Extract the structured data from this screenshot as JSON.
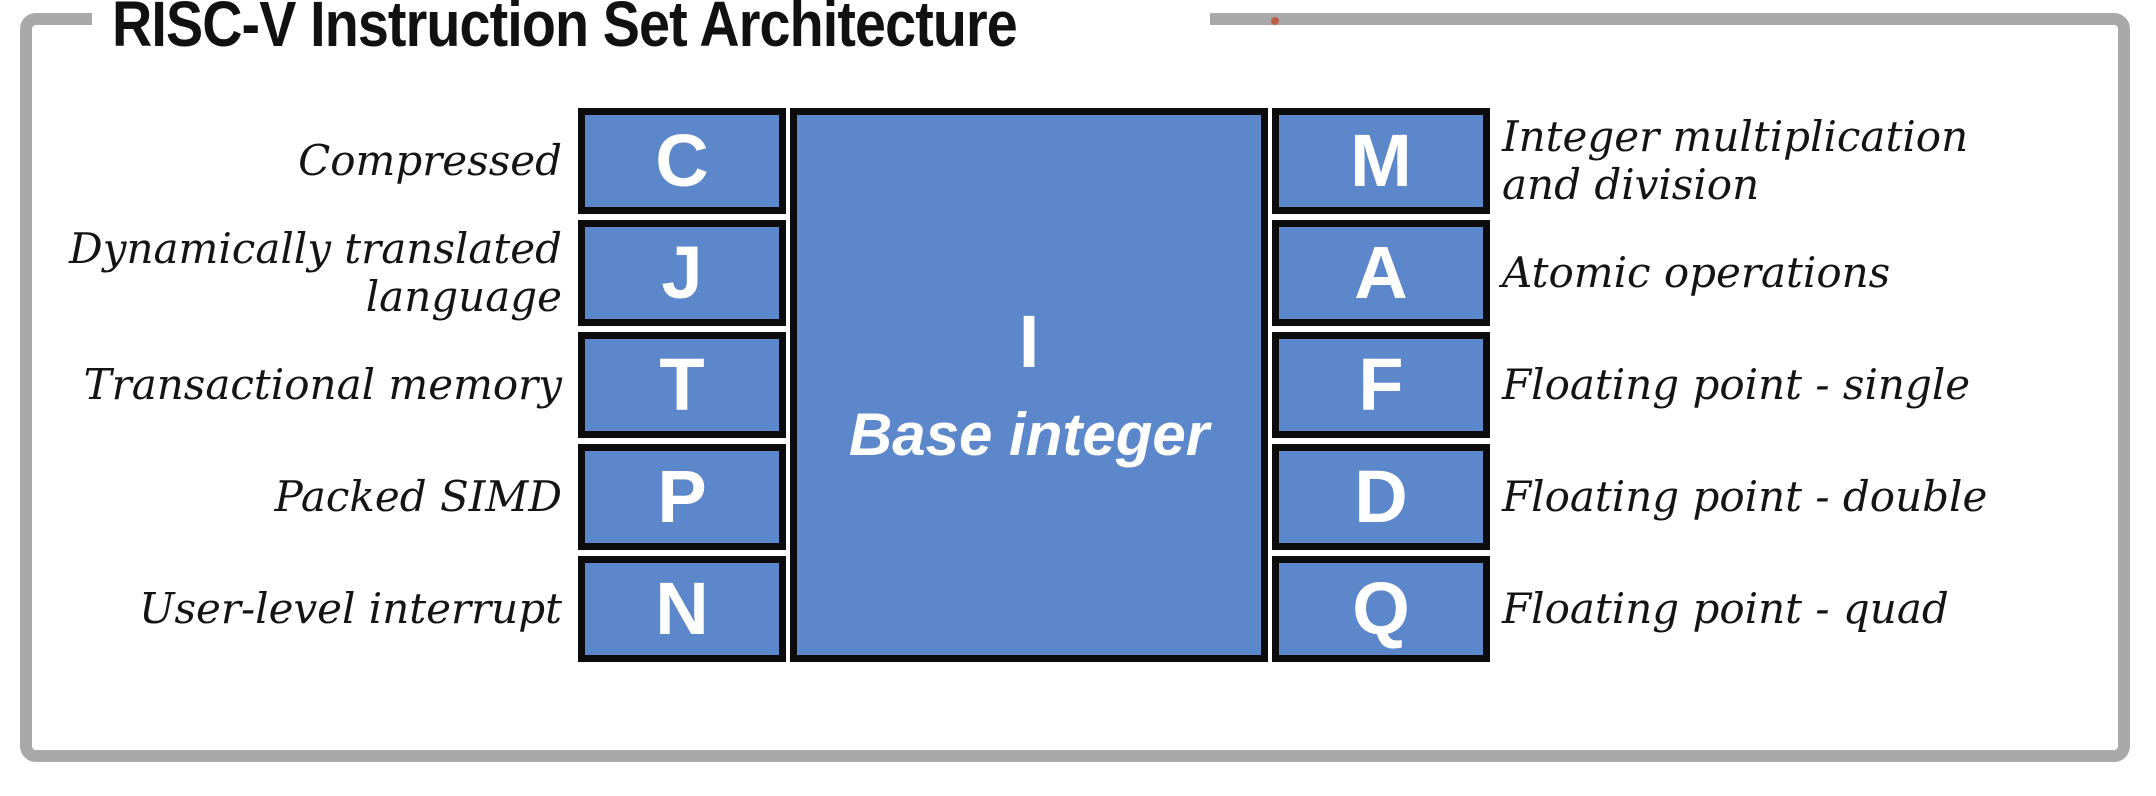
{
  "title": "RISC-V Instruction Set Architecture",
  "center": {
    "letter": "I",
    "name": "Base integer"
  },
  "left_extensions": [
    {
      "letter": "C",
      "label": "Compressed"
    },
    {
      "letter": "J",
      "label": "Dynamically translated\nlanguage"
    },
    {
      "letter": "T",
      "label": "Transactional memory"
    },
    {
      "letter": "P",
      "label": "Packed SIMD"
    },
    {
      "letter": "N",
      "label": "User-level interrupt"
    }
  ],
  "right_extensions": [
    {
      "letter": "M",
      "label": "Integer multiplication\nand division"
    },
    {
      "letter": "A",
      "label": "Atomic operations"
    },
    {
      "letter": "F",
      "label": "Floating point - single"
    },
    {
      "letter": "D",
      "label": "Floating point - double"
    },
    {
      "letter": "Q",
      "label": "Floating point - quad"
    }
  ],
  "colors": {
    "box_fill": "#5C88CB",
    "box_border": "#0C0C0C",
    "frame_gray": "#A9A9A9",
    "text": "#141414",
    "letter_white": "#FFFFFF",
    "stray_mark_red": "#C0573F"
  }
}
